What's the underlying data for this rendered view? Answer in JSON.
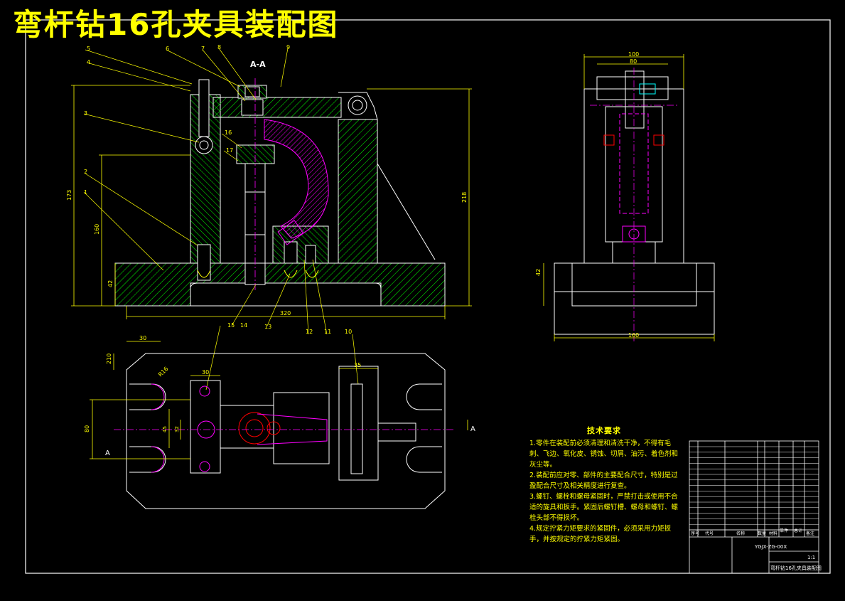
{
  "title": "弯杆钻16孔夹具装配图",
  "section_label": "A-A",
  "view_marker": "A",
  "balloons": [
    "1",
    "2",
    "3",
    "4",
    "5",
    "6",
    "7",
    "8",
    "9",
    "10",
    "11",
    "12",
    "13",
    "14",
    "15",
    "16",
    "17"
  ],
  "dimensions": {
    "front_width": "320",
    "front_height": "218",
    "front_left_height": "173",
    "front_inner_height": "160",
    "base_height": "42",
    "side_top_width": "100",
    "side_top_inner": "80",
    "side_bottom_width": "160",
    "side_base_height": "42",
    "plan_top": "30",
    "plan_left": "210",
    "plan_radius": "R16",
    "plan_pin": "30",
    "plan_width": "80",
    "plan_inner": "45",
    "plan_small": "32",
    "plan_right_pin": "35"
  },
  "tech_requirements": {
    "heading": "技术要求",
    "items": [
      "1.零件在装配前必须清理和清洗干净，不得有毛刺、飞边、氧化皮、锈蚀、切屑、油污、着色剂和灰尘等。",
      "2.装配前应对零、部件的主要配合尺寸，特别是过盈配合尺寸及相关精度进行复查。",
      "3.螺钉、螺栓和螺母紧固时，严禁打击或使用不合适的旋具和扳手。紧固后螺钉槽、螺母和螺钉、螺栓头部不得损坏。",
      "4.规定拧紧力矩要求的紧固件，必须采用力矩扳手，并按规定的拧紧力矩紧固。"
    ]
  },
  "title_block": {
    "drawing_no": "YGJX-ZG-00X",
    "name": "弯杆钻16孔夹具装配图",
    "scale": "1:1",
    "header_cols": [
      "序号",
      "代号",
      "名称",
      "数量",
      "材料",
      "单件",
      "总计",
      "备注"
    ]
  },
  "colors": {
    "background": "#000000",
    "outline": "#ffffff",
    "dim": "#ffff00",
    "section": "#00ff00",
    "centerline": "#ff00ff",
    "hatch": "#00ffff",
    "accent": "#ff0000"
  }
}
